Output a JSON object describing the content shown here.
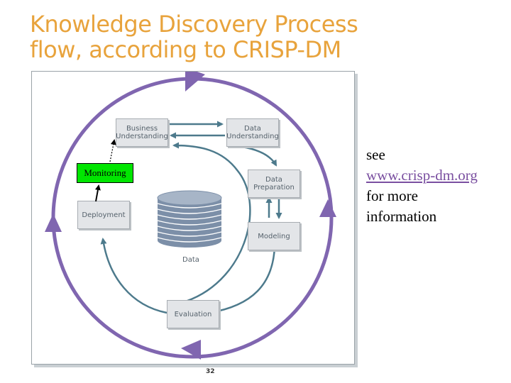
{
  "slide": {
    "title": "Knowledge Discovery Process\nflow, according to CRISP-DM",
    "page_number": "32"
  },
  "diagram": {
    "phases": {
      "business_understanding": "Business\nUnderstanding",
      "data_understanding": "Data\nUnderstanding",
      "data_preparation": "Data\nPreparation",
      "modeling": "Modeling",
      "evaluation": "Evaluation",
      "deployment": "Deployment"
    },
    "center_label": "Data",
    "monitoring_label": "Monitoring"
  },
  "side_note": {
    "line1": "see",
    "link": "www.crisp-dm.org",
    "line3": "for more",
    "line4": "information"
  },
  "colors": {
    "title": "#e8a33c",
    "outer_cycle": "#8066b0",
    "inner_arrows": "#4d7a8c",
    "monitoring_fill": "#00e600",
    "database": "#7c8fa8"
  }
}
